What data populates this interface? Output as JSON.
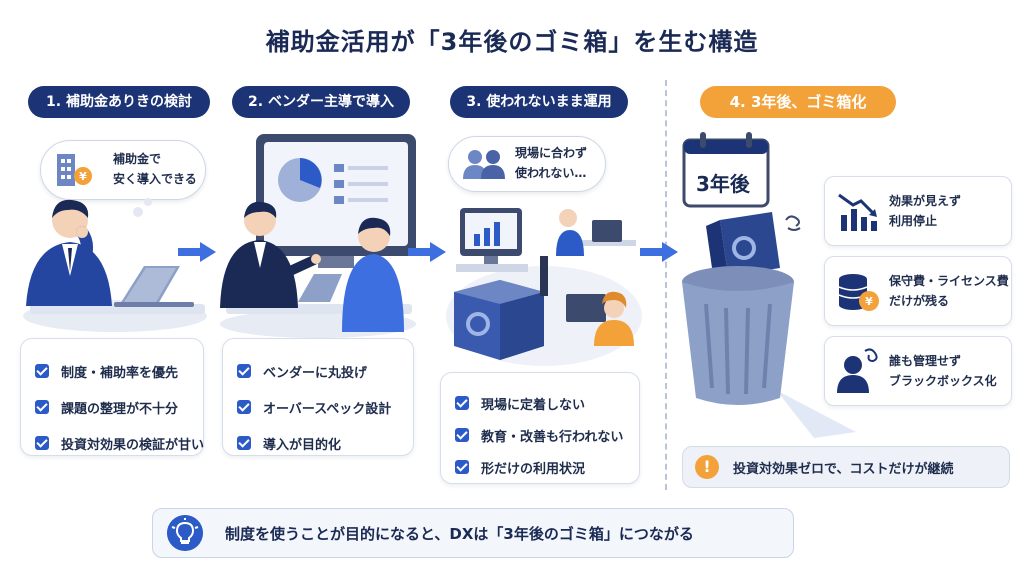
{
  "title": "補助金活用が「3年後のゴミ箱」を生む構造",
  "steps": [
    {
      "label": "1. 補助金ありきの検討",
      "bubble": [
        "補助金で",
        "安く導入できる"
      ],
      "items": [
        "制度・補助率を優先",
        "課題の整理が不十分",
        "投資対効果の検証が甘い"
      ]
    },
    {
      "label": "2. ベンダー主導で導入",
      "items": [
        "ベンダーに丸投げ",
        "オーバースペック設計",
        "導入が目的化"
      ]
    },
    {
      "label": "3. 使われないまま運用",
      "bubble": [
        "現場に合わず",
        "使われない…"
      ],
      "items": [
        "現場に定着しない",
        "教育・改善も行われない",
        "形だけの利用状況"
      ]
    },
    {
      "label": "4. 3年後、ゴミ箱化",
      "calendar": "3年後",
      "effects": [
        [
          "効果が見えず",
          "利用停止"
        ],
        [
          "保守費・ライセンス費",
          "だけが残る"
        ],
        [
          "誰も管理せず",
          "ブラックボックス化"
        ]
      ],
      "warning": "投資対効果ゼロで、コストだけが継続"
    }
  ],
  "banner": "制度を使うことが目的になると、DXは「3年後のゴミ箱」につながる",
  "colors": {
    "navy": "#1c3475",
    "blue": "#2c5bc7",
    "orange": "#f3a23a"
  }
}
